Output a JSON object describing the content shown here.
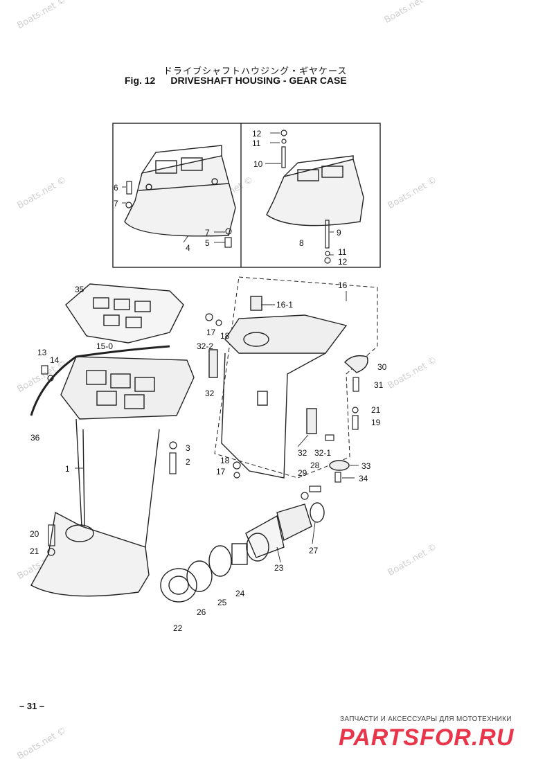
{
  "header": {
    "title_jp": "ドライブシャフトハウジング・ギヤケース",
    "fig": "Fig. 12",
    "title_en": "DRIVESHAFT HOUSING - GEAR CASE"
  },
  "watermarks": [
    "Boats.net ©",
    "Boats.net ©",
    "Boats.net ©",
    "Boats.net ©",
    "Boats.net ©",
    "Boats.net ©",
    "Boats.net ©",
    "Boats.net ©",
    "Boats.net ©",
    "Boats.net ©"
  ],
  "callouts": {
    "c12a": "12",
    "c11a": "11",
    "c10": "10",
    "c6": "6",
    "c7a": "7",
    "c7b": "7",
    "c5": "5",
    "c4": "4",
    "c8": "8",
    "c9": "9",
    "c11b": "11",
    "c12b": "12",
    "c35": "35",
    "c16": "16",
    "c16_1": "16-1",
    "c17a": "17",
    "c18a": "18",
    "c32_2": "32-2",
    "c32a": "32",
    "c15_0": "15-0",
    "c13": "13",
    "c14": "14",
    "c36": "36",
    "c30": "30",
    "c31": "31",
    "c21a": "21",
    "c19": "19",
    "c3": "3",
    "c2": "2",
    "c1": "1",
    "c32b": "32",
    "c32_1": "32-1",
    "c18b": "18",
    "c17b": "17",
    "c28": "28",
    "c33": "33",
    "c29": "29",
    "c34": "34",
    "c20": "20",
    "c21b": "21",
    "c27": "27",
    "c23": "23",
    "c24": "24",
    "c25": "25",
    "c26": "26",
    "c22": "22"
  },
  "footer": {
    "page_number": "– 31 –",
    "ad_caption": "ЗАПЧАСТИ И АКСЕССУАРЫ ДЛЯ МОТОТЕХНИКИ",
    "ad_logo": "PARTSFOR.RU",
    "ad_color": "#e8354a"
  }
}
